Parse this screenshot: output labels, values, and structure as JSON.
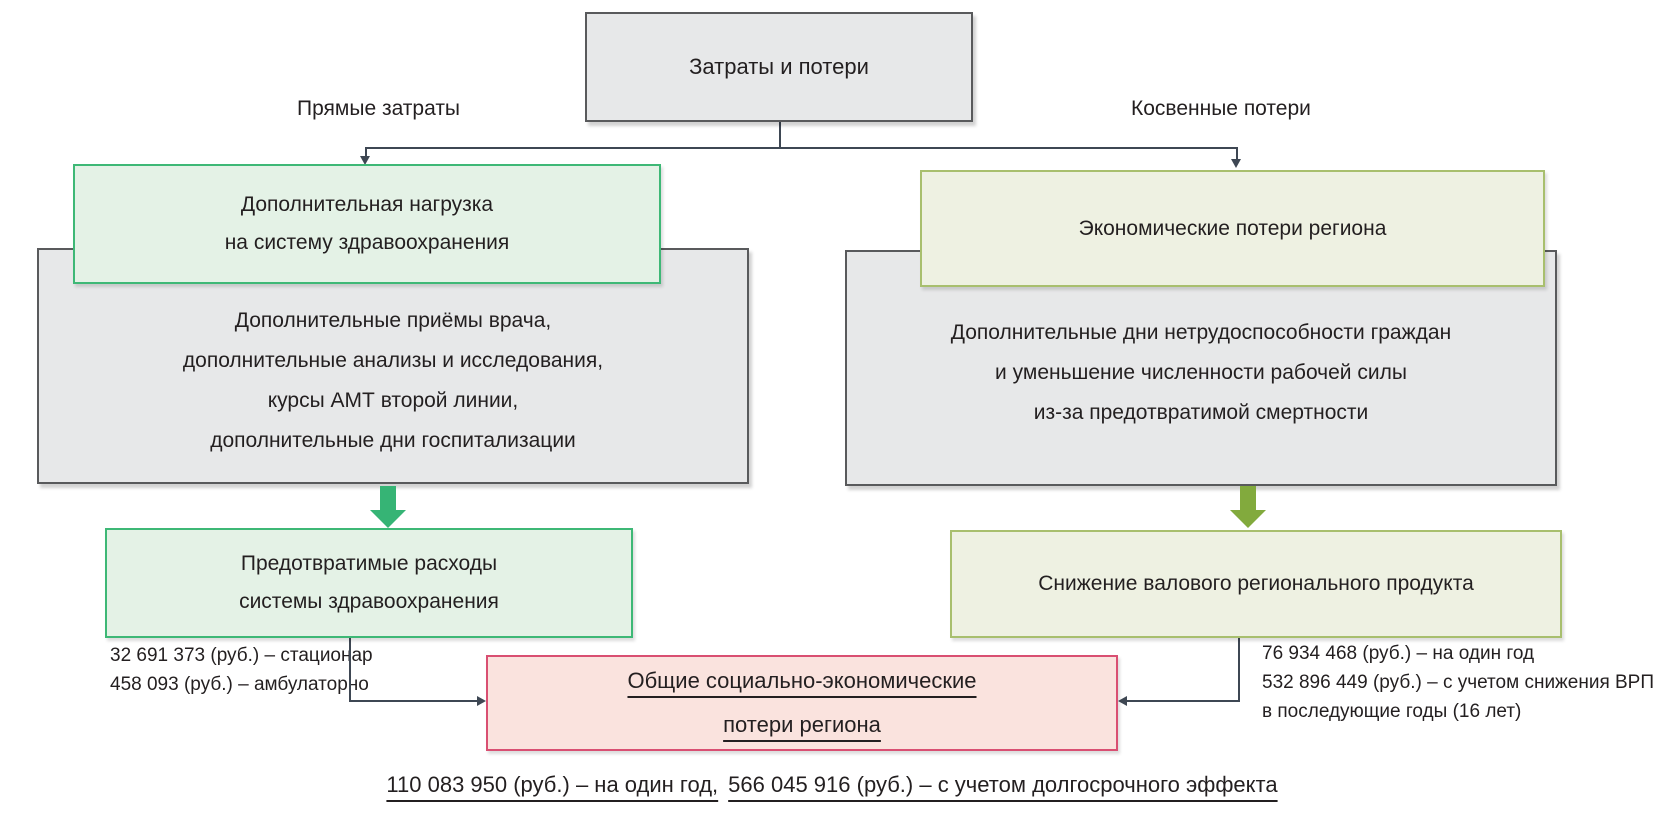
{
  "root": {
    "label": "Затраты и потери"
  },
  "branches": {
    "left": "Прямые затраты",
    "right": "Косвенные потери"
  },
  "direct": {
    "burden": {
      "line1": "Дополнительная нагрузка",
      "line2": "на систему здравоохранения"
    },
    "details": [
      "Дополнительные приёмы врача,",
      "дополнительные анализы и исследования,",
      "курсы АМТ второй линии,",
      "дополнительные дни госпитализации"
    ],
    "result": {
      "line1": "Предотвратимые расходы",
      "line2": "системы здравоохранения"
    },
    "amounts": [
      "32 691 373 (руб.) – стационар",
      "458 093 (руб.) – амбулаторно"
    ]
  },
  "indirect": {
    "burden": {
      "line1": "Экономические потери региона"
    },
    "details": [
      "Дополнительные дни нетрудоспособности граждан",
      "и уменьшение численности рабочей силы",
      "из-за предотвратимой смертности"
    ],
    "result": {
      "line1": "Снижение валового регионального продукта"
    },
    "amounts": [
      "76 934 468 (руб.) – на один год",
      "532 896 449 (руб.) – с учетом снижения ВРП",
      "в последующие годы (16 лет)"
    ]
  },
  "total": {
    "line1": "Общие социально-экономические",
    "line2": "потери региона"
  },
  "footer": {
    "segment1": "110 083 950 (руб.) – на один год,",
    "segment2": "566 045 916 (руб.) – с учетом долгосрочного эффекта"
  },
  "colors": {
    "gray_fill": "#e7e8e9",
    "gray_border": "#595a5c",
    "green_fill": "#e4f2e6",
    "green_border": "#3eb876",
    "olive_fill": "#eef1e2",
    "olive_border": "#a8bf6e",
    "pink_fill": "#fae3de",
    "pink_border": "#d94f72",
    "block_arrow_green": "#36b475",
    "block_arrow_olive": "#82aa3d",
    "connector": "#3e4753",
    "text": "#231f20"
  }
}
